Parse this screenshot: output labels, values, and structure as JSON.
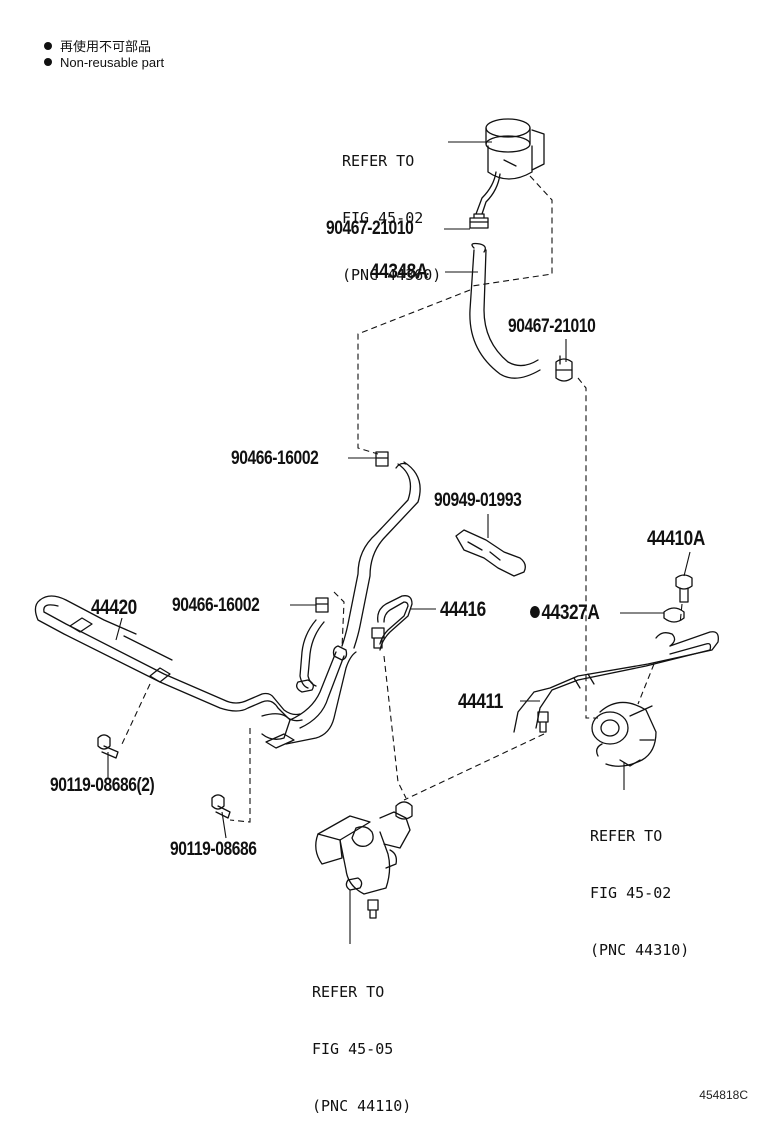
{
  "legend": {
    "line1": "再使用不可部品",
    "line2": "Non-reusable part"
  },
  "parts": {
    "p_90467_a": "90467-21010",
    "p_44348A": "44348A",
    "p_90467_b": "90467-21010",
    "p_90466_a": "90466-16002",
    "p_90949": "90949-01993",
    "p_44410A": "44410A",
    "p_44420": "44420",
    "p_90466_b": "90466-16002",
    "p_44416": "44416",
    "p_44327A": "44327A",
    "p_44411": "44411",
    "p_90119_2": "90119-08686(2)",
    "p_90119": "90119-08686"
  },
  "refs": {
    "reservoir": [
      "REFER TO",
      "FIG 45-02",
      "(PNC 44360)"
    ],
    "pump": [
      "REFER TO",
      "FIG 45-02",
      "(PNC 44310)"
    ],
    "gear": [
      "REFER TO",
      "FIG 45-05",
      "(PNC 44110)"
    ]
  },
  "catalog_number": "454818C",
  "icons": [
    "non-reusable-dot-icon"
  ]
}
